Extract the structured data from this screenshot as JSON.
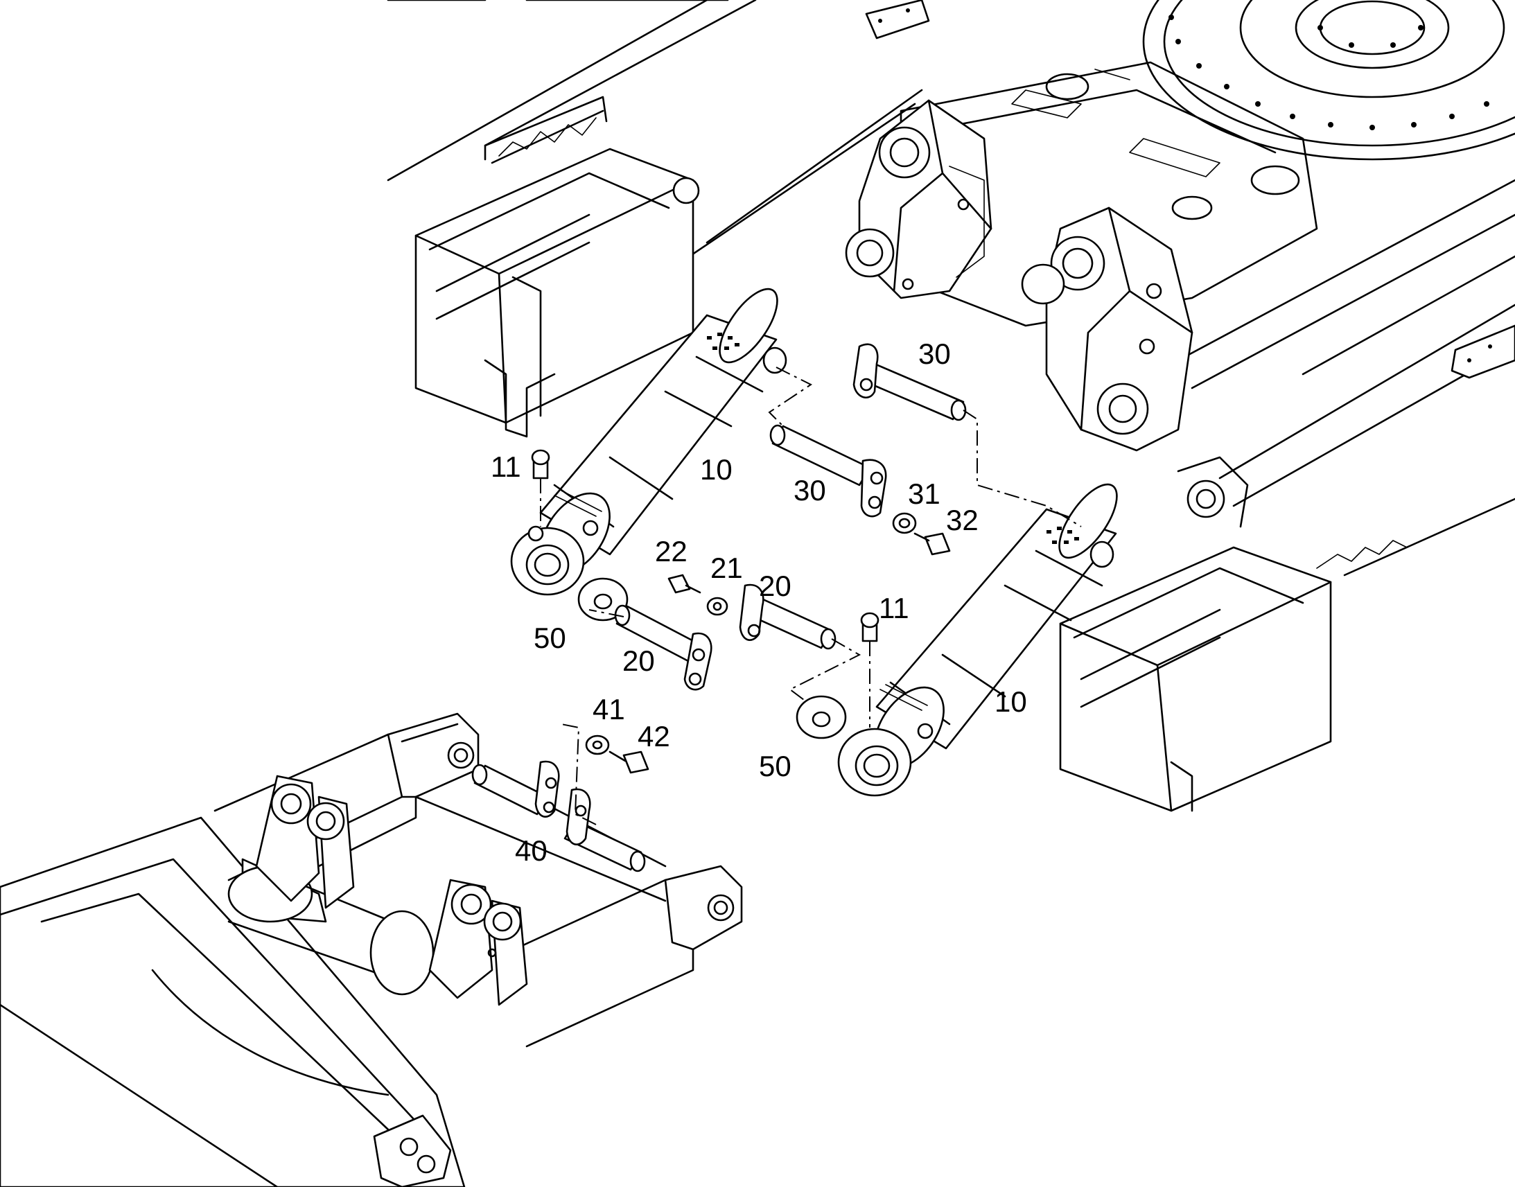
{
  "callouts": [
    {
      "id": "c-30a",
      "text": "30"
    },
    {
      "id": "c-11a",
      "text": "11"
    },
    {
      "id": "c-10a",
      "text": "10"
    },
    {
      "id": "c-30b",
      "text": "30"
    },
    {
      "id": "c-31",
      "text": "31"
    },
    {
      "id": "c-32",
      "text": "32"
    },
    {
      "id": "c-22",
      "text": "22"
    },
    {
      "id": "c-21",
      "text": "21"
    },
    {
      "id": "c-20a",
      "text": "20"
    },
    {
      "id": "c-11b",
      "text": "11"
    },
    {
      "id": "c-50a",
      "text": "50"
    },
    {
      "id": "c-20b",
      "text": "20"
    },
    {
      "id": "c-41",
      "text": "41"
    },
    {
      "id": "c-42",
      "text": "42"
    },
    {
      "id": "c-10b",
      "text": "10"
    },
    {
      "id": "c-50b",
      "text": "50"
    },
    {
      "id": "c-40",
      "text": "40"
    }
  ]
}
